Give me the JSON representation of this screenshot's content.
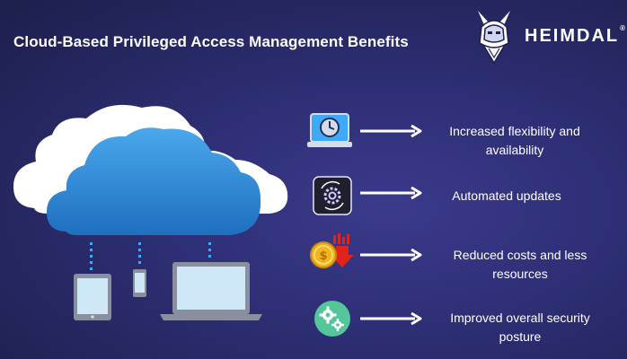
{
  "title": "Cloud-Based Privileged Access Management Benefits",
  "brand": {
    "name": "HEIMDAL",
    "registered_mark": "®",
    "logo_icon": "viking-helmet-icon"
  },
  "benefits": [
    {
      "icon": "laptop-clock-icon",
      "text": "Increased flexibility and availability"
    },
    {
      "icon": "gear-refresh-icon",
      "text": "Automated updates"
    },
    {
      "icon": "coin-cost-down-icon",
      "text": "Reduced costs and less resources"
    },
    {
      "icon": "gears-security-icon",
      "text": "Improved overall security posture"
    }
  ],
  "colors": {
    "background": "#2e2f76",
    "cloud_front": "#2a8ad6",
    "cloud_back": "#ffffff",
    "accent_cyan": "#3fa9f5",
    "icon_green": "#55c59a",
    "coin_gold": "#f2b51c",
    "arrow": "#ffffff"
  }
}
